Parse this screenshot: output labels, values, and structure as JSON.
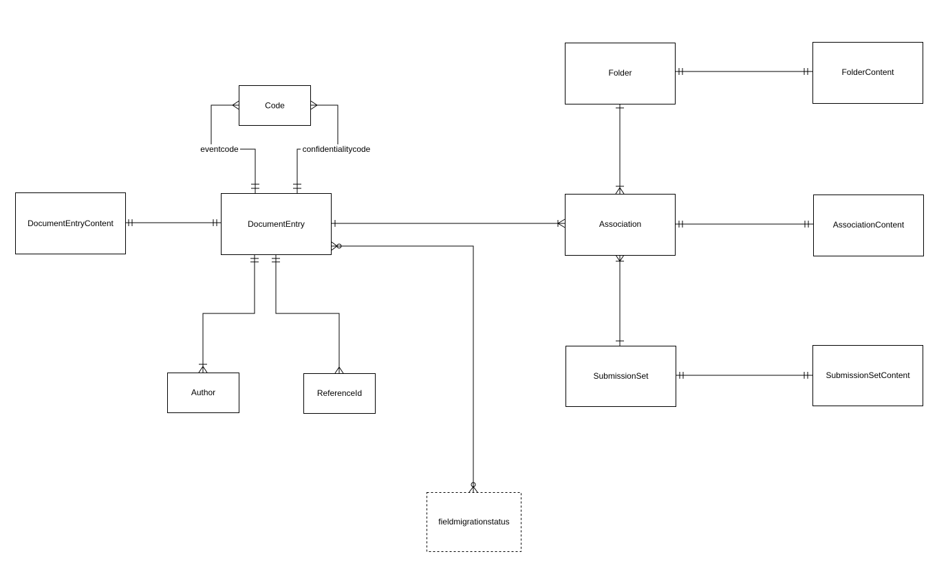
{
  "entities": {
    "code": "Code",
    "folder": "Folder",
    "folder_content": "FolderContent",
    "document_entry_content": "DocumentEntryContent",
    "document_entry": "DocumentEntry",
    "association": "Association",
    "association_content": "AssociationContent",
    "author": "Author",
    "reference_id": "ReferenceId",
    "submission_set": "SubmissionSet",
    "submission_set_content": "SubmissionSetContent",
    "field_migration_status": "fieldmigrationstatus"
  },
  "relationship_labels": {
    "eventcode": "eventcode",
    "confidentialitycode": "confidentialitycode"
  }
}
